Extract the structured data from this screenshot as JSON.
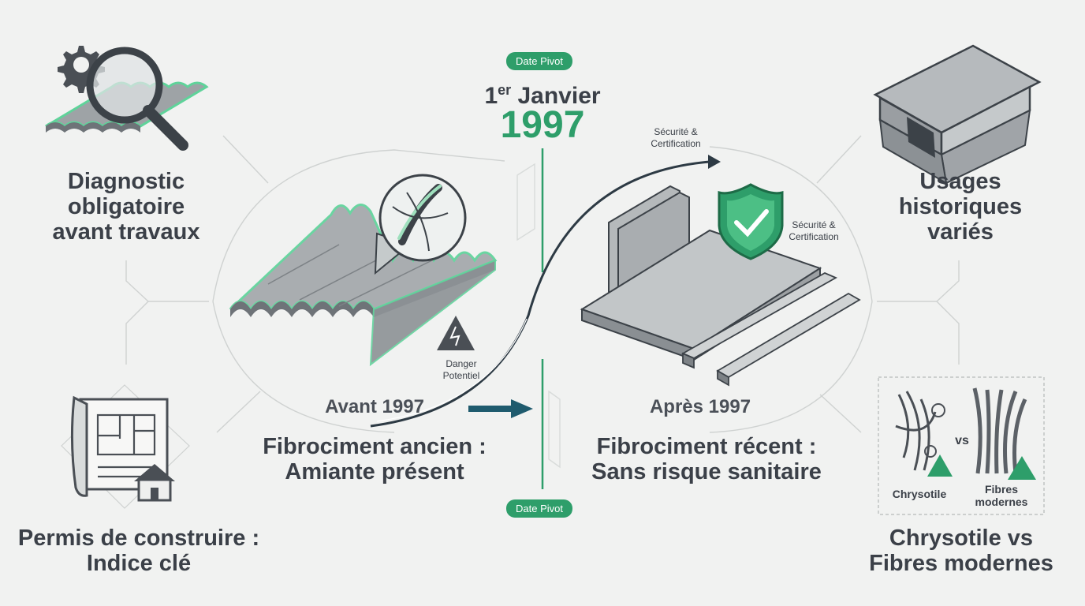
{
  "pivot": {
    "badge_top": "Date Pivot",
    "badge_bottom": "Date Pivot",
    "day_num": "1",
    "day_sup": "er",
    "month": "Janvier",
    "year": "1997"
  },
  "left": {
    "diagnostic": "Diagnostic\nobligatoire\navant travaux",
    "permis": "Permis de construire :\nIndice clé",
    "period": "Avant 1997",
    "title": "Fibrociment ancien :\nAmiante présent",
    "danger": "Danger\nPotentiel"
  },
  "right": {
    "usages": "Usages\nhistoriques\nvariés",
    "compare": "Chrysotile vs\nFibres modernes",
    "period": "Après 1997",
    "title": "Fibrociment récent :\nSans risque sanitaire",
    "safety_arrow": "Sécurité &\nCertification",
    "safety_shield": "Sécurité &\nCertification",
    "fiber_old": "Chrysotile",
    "fiber_vs": "vs",
    "fiber_new": "Fibres\nmodernes"
  },
  "colors": {
    "accent": "#2e9e6a",
    "ink": "#3b4048",
    "arrow_teal": "#1f5b6e"
  },
  "icons": [
    "gear-icon",
    "magnifier-icon",
    "corrugated-sheet-icon",
    "fiber-closeup-icon",
    "warning-icon",
    "plan-document-icon",
    "house-icon",
    "barn-icon",
    "shield-check-icon",
    "fibers-comparison-icon"
  ]
}
